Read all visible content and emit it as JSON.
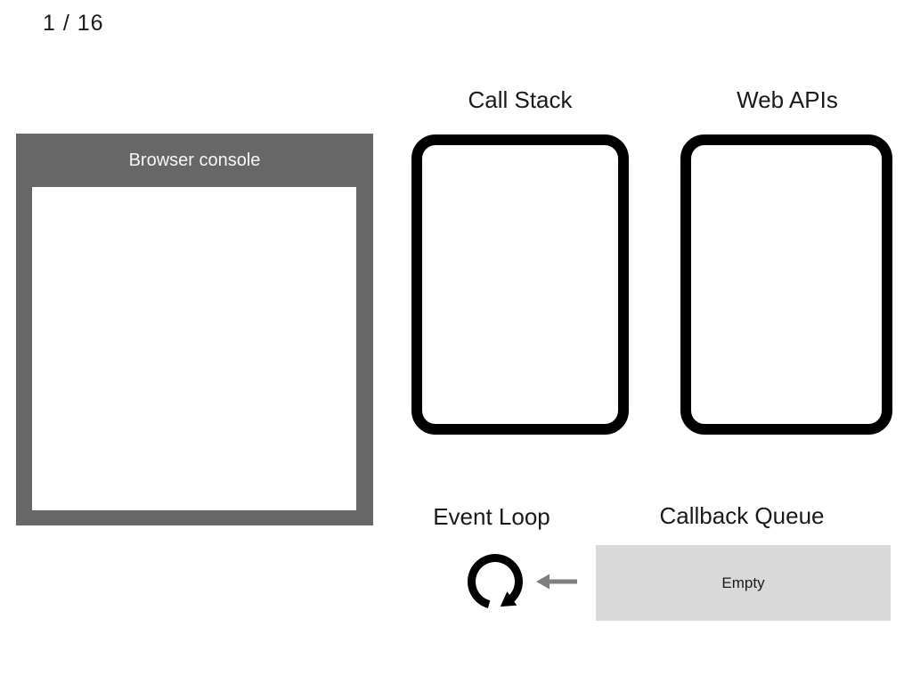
{
  "slide": {
    "counter": "1 / 16"
  },
  "console": {
    "title": "Browser console",
    "output": ""
  },
  "call_stack": {
    "label": "Call Stack",
    "items": []
  },
  "web_apis": {
    "label": "Web APIs",
    "items": []
  },
  "event_loop": {
    "label": "Event Loop",
    "icon": "clockwise-cycle-arrow"
  },
  "flow": {
    "icon": "left-arrow",
    "meaning": "callback queue to event loop"
  },
  "callback_queue": {
    "label": "Callback Queue",
    "status": "Empty"
  },
  "colors": {
    "ink": "#1a1a1a",
    "console-bg": "#676767",
    "console-text": "#f7f7f7",
    "frame-black": "#000000",
    "queue-box-bg": "#d9d9d9",
    "arrow-gray": "#7f7f7f",
    "page-bg": "#ffffff"
  }
}
